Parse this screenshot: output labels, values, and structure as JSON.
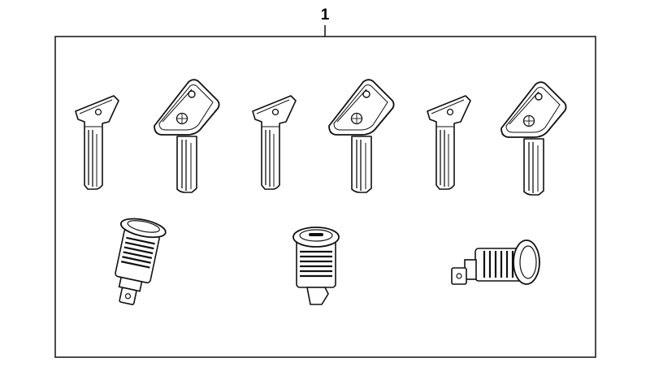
{
  "diagram": {
    "callout_number": "1",
    "stroke_color": "#111111",
    "fill_color": "#ffffff",
    "parts": {
      "flat_keys": 3,
      "bmw_keys": 3,
      "lock_cylinders": 3
    },
    "icons": {
      "flat_key": "flat-key-icon",
      "bmw_key": "bmw-logo-key-icon",
      "cylinder": "lock-cylinder-icon"
    }
  }
}
